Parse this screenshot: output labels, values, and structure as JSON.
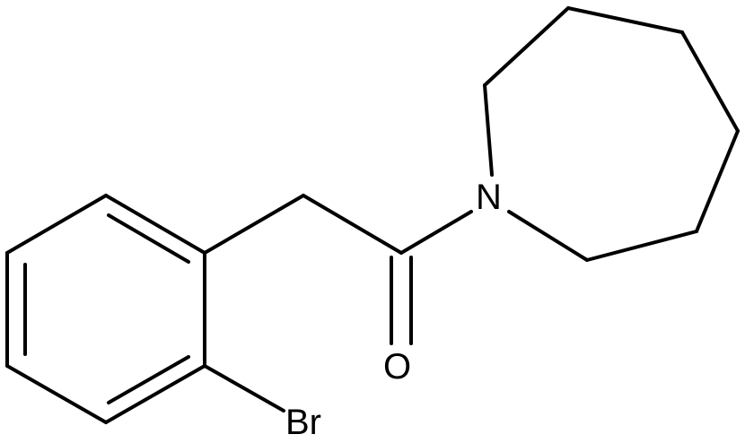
{
  "molecule": {
    "atoms": {
      "nitrogen": "N",
      "oxygen": "O",
      "bromine": "Br"
    },
    "colors": {
      "bond": "#000000",
      "label": "#000000",
      "background": "#ffffff"
    }
  }
}
